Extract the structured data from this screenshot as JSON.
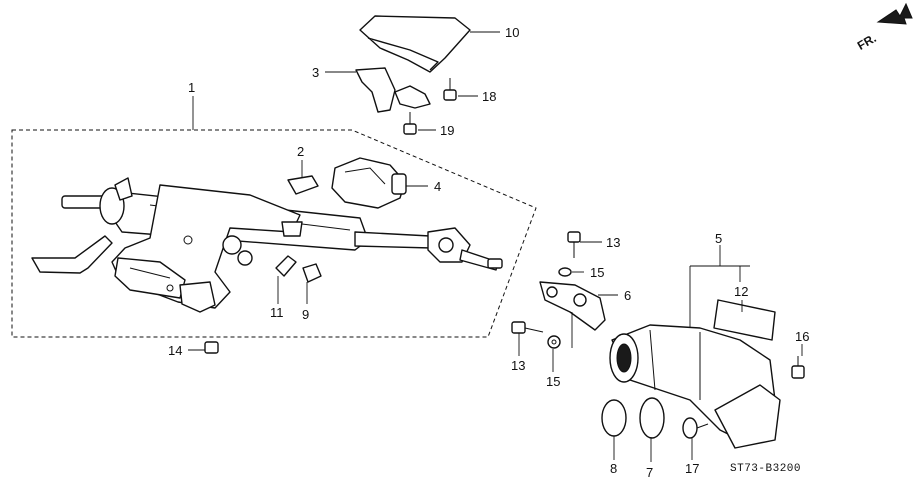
{
  "diagram": {
    "drawing_code": "ST73-B3200",
    "front_marker": "FR.",
    "callouts": {
      "c1": "1",
      "c2": "2",
      "c3": "3",
      "c4": "4",
      "c5": "5",
      "c6": "6",
      "c7": "7",
      "c8": "8",
      "c9": "9",
      "c10": "10",
      "c11": "11",
      "c12": "12",
      "c13a": "13",
      "c13b": "13",
      "c14": "14",
      "c15a": "15",
      "c15b": "15",
      "c16": "16",
      "c17": "17",
      "c18": "18",
      "c19": "19"
    }
  }
}
